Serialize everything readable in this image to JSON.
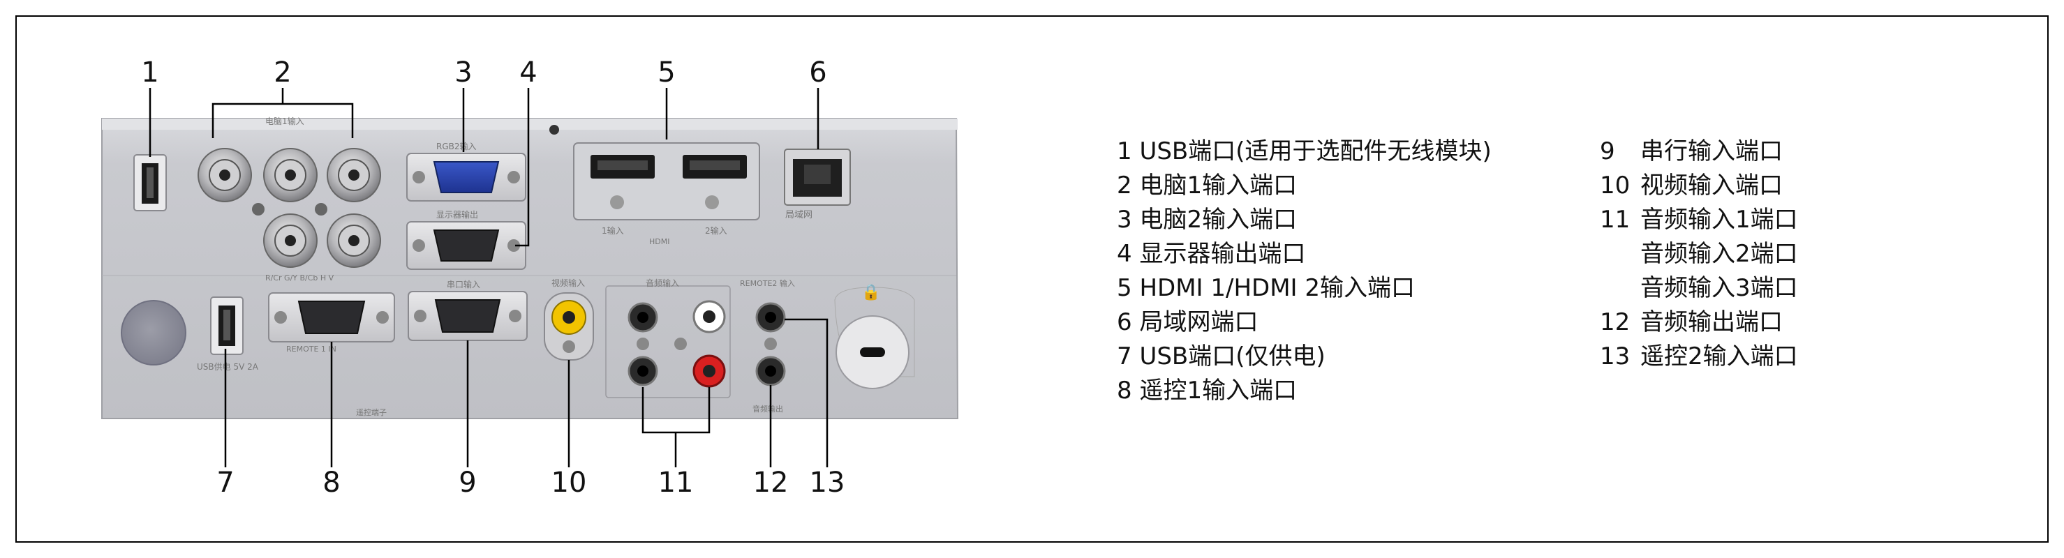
{
  "callouts": [
    "1",
    "2",
    "3",
    "4",
    "5",
    "6",
    "7",
    "8",
    "9",
    "10",
    "11",
    "12",
    "13"
  ],
  "panel_labels": {
    "computer_in1": "电脑1输入",
    "rgb2_in": "RGB2输入",
    "monitor_out": "显示器输出",
    "hdmi1_in": "1输入",
    "hdmi2_in": "2输入",
    "hdmi": "HDMI",
    "lan": "局域网",
    "serial_in": "串口输入",
    "video_in": "视频输入",
    "audio_in": "音频输入",
    "remote2_in": "REMOTE2 输入",
    "audio_out": "音频输出",
    "remote1_in": "REMOTE 1 IN",
    "usb_power": "USB供电 5V 2A",
    "remote_ctrl": "遥控端子",
    "rgbhv": "R/Cr G/Y B/Cb H V"
  },
  "legend_left": [
    {
      "num": "1",
      "text": "USB端口(适用于选配件无线模块)"
    },
    {
      "num": "2",
      "text": "电脑1输入端口"
    },
    {
      "num": "3",
      "text": "电脑2输入端口"
    },
    {
      "num": "4",
      "text": "显示器输出端口"
    },
    {
      "num": "5",
      "text": "HDMI 1/HDMI 2输入端口"
    },
    {
      "num": "6",
      "text": "局域网端口"
    },
    {
      "num": "7",
      "text": "USB端口(仅供电)"
    },
    {
      "num": "8",
      "text": "遥控1输入端口"
    }
  ],
  "legend_right": [
    {
      "num": "9",
      "text": "串行输入端口"
    },
    {
      "num": "10",
      "text": "视频输入端口"
    },
    {
      "num": "11",
      "text": "音频输入1端口"
    },
    {
      "num": "",
      "text": "音频输入2端口"
    },
    {
      "num": "",
      "text": "音频输入3端口"
    },
    {
      "num": "12",
      "text": "音频输出端口"
    },
    {
      "num": "13",
      "text": "遥控2输入端口"
    }
  ]
}
